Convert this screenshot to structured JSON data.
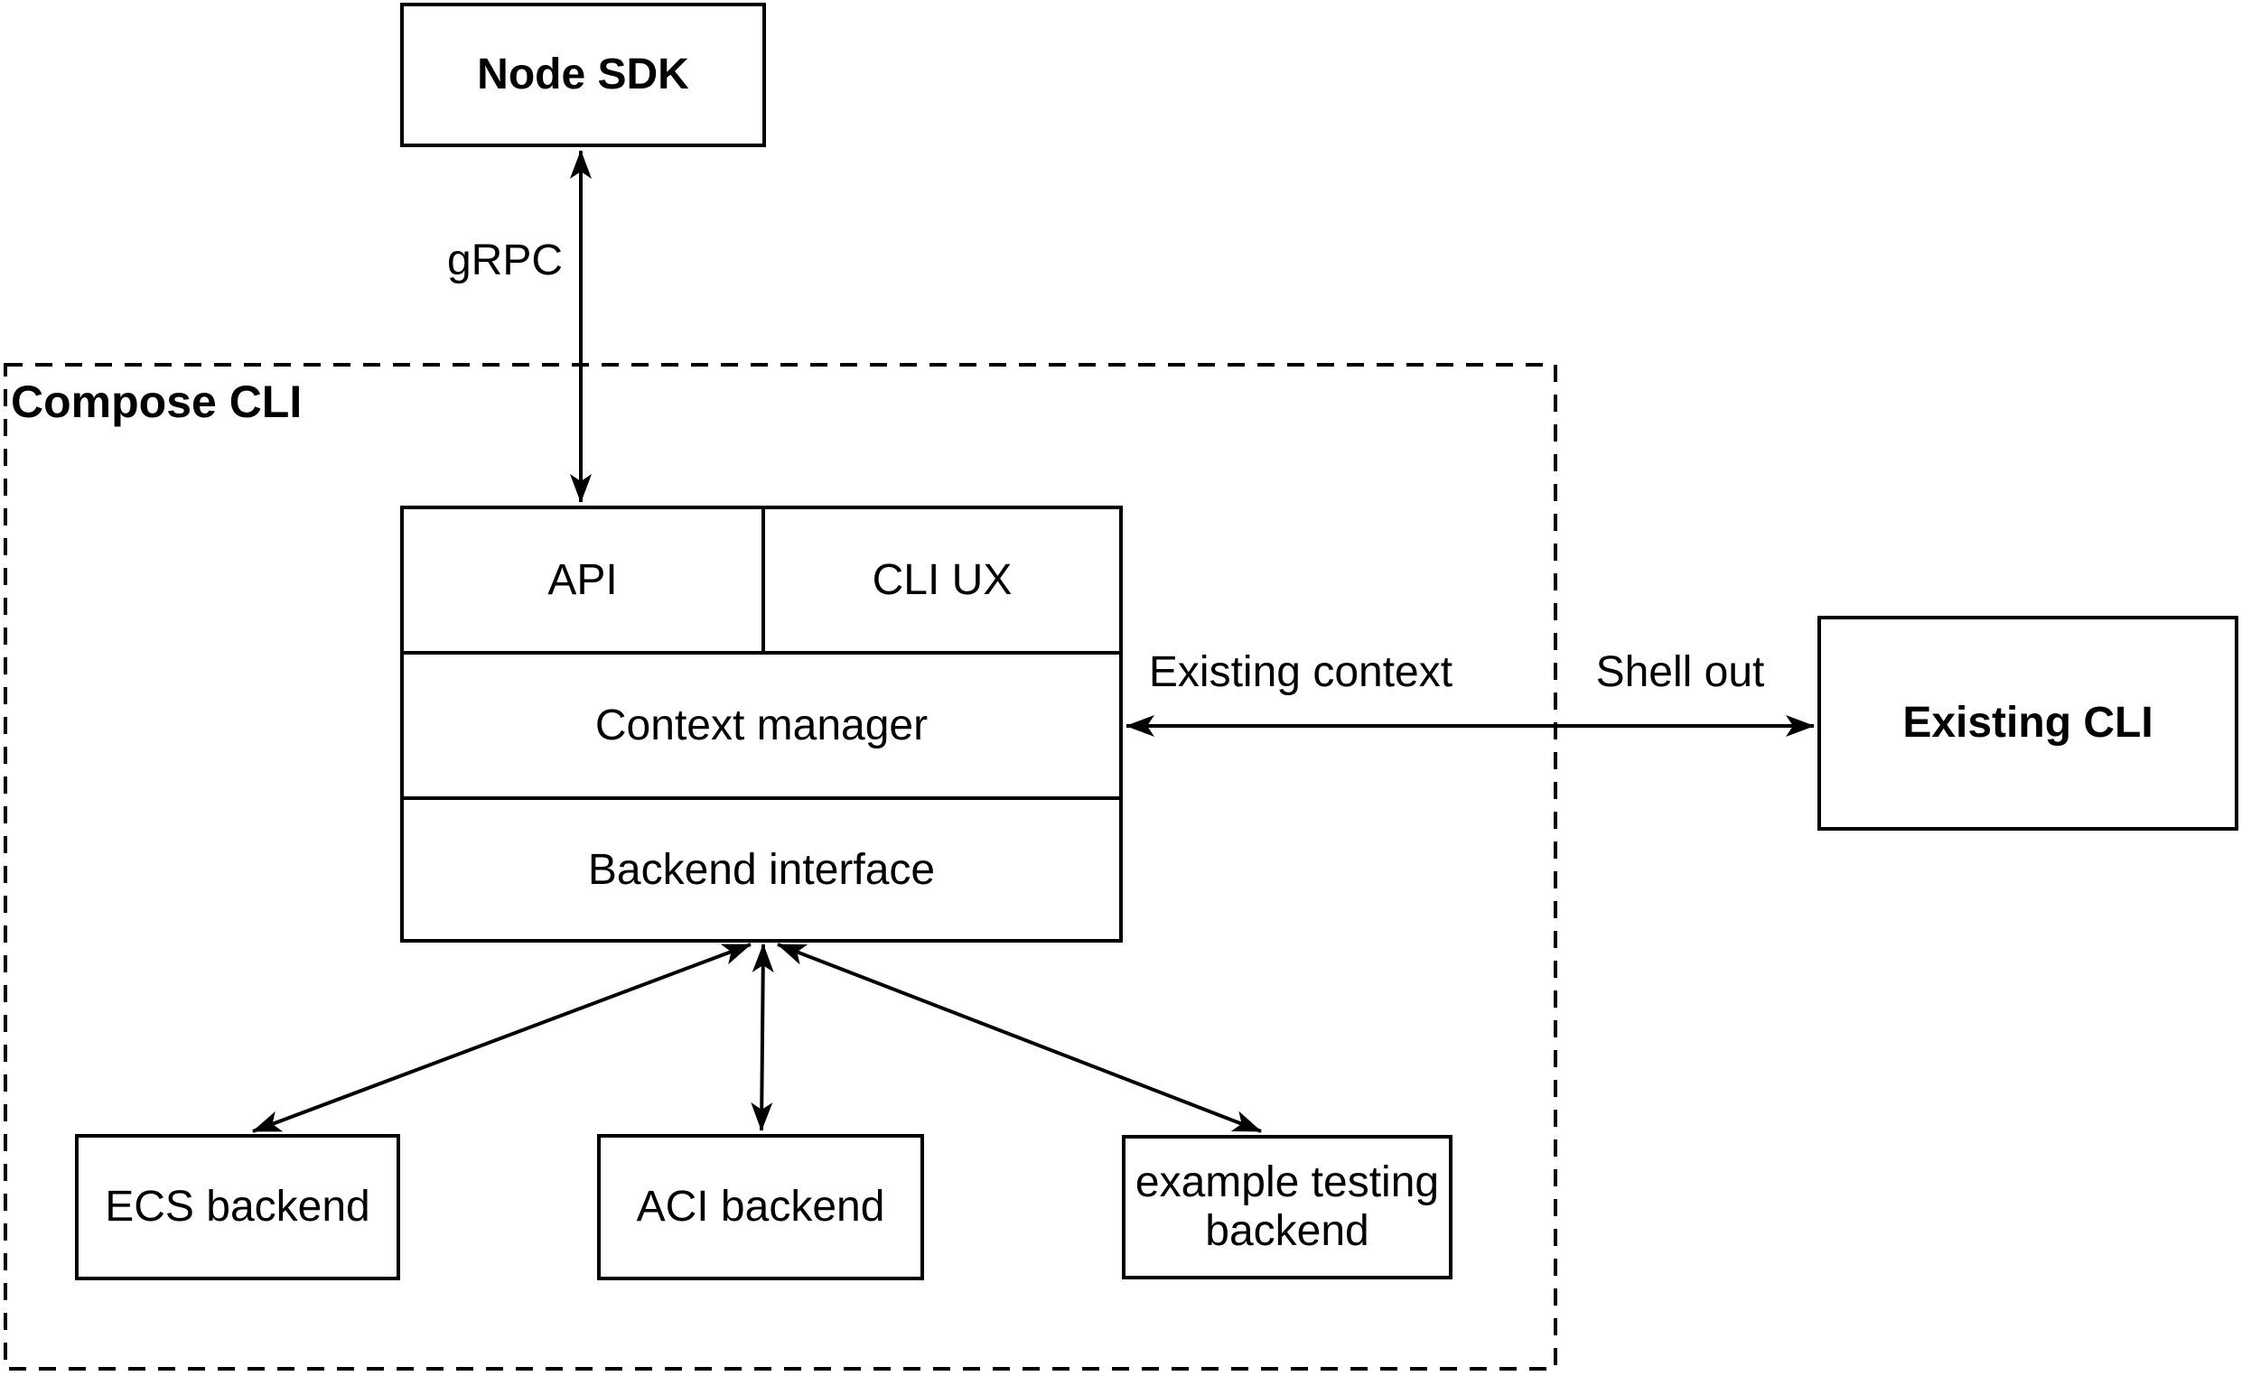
{
  "diagram": {
    "background_color": "#ffffff",
    "stroke_color": "#000000",
    "text_color": "#000000",
    "groups": {
      "compose_cli": "Compose CLI"
    },
    "nodes": {
      "node_sdk": "Node SDK",
      "api": "API",
      "cli_ux": "CLI UX",
      "context_manager": "Context manager",
      "backend_interface": "Backend interface",
      "existing_cli": "Existing CLI",
      "ecs_backend": "ECS backend",
      "aci_backend": "ACI backend",
      "example_backend": "example testing backend"
    },
    "edge_labels": {
      "grpc": "gRPC",
      "existing_context": "Existing context",
      "shell_out": "Shell out"
    }
  }
}
